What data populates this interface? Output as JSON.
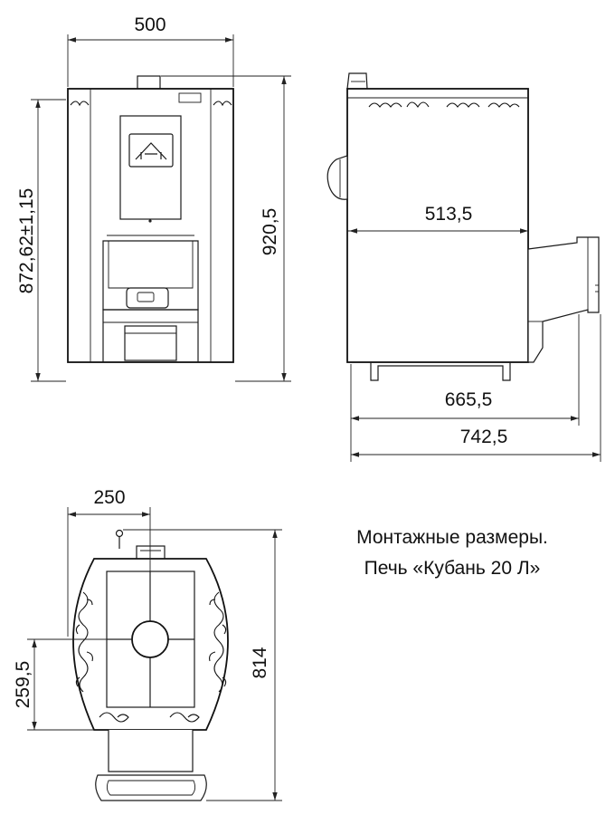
{
  "caption": {
    "line1": "Монтажные размеры.",
    "line2": "Печь «Кубань 20 Л»"
  },
  "dimensions": {
    "front_width": "500",
    "front_height_left": "872,62±1,15",
    "front_height_right": "920,5",
    "side_depth_body": "513,5",
    "side_depth_legs": "665,5",
    "side_depth_total": "742,5",
    "top_width": "250",
    "top_offset": "259,5",
    "top_depth": "814"
  }
}
